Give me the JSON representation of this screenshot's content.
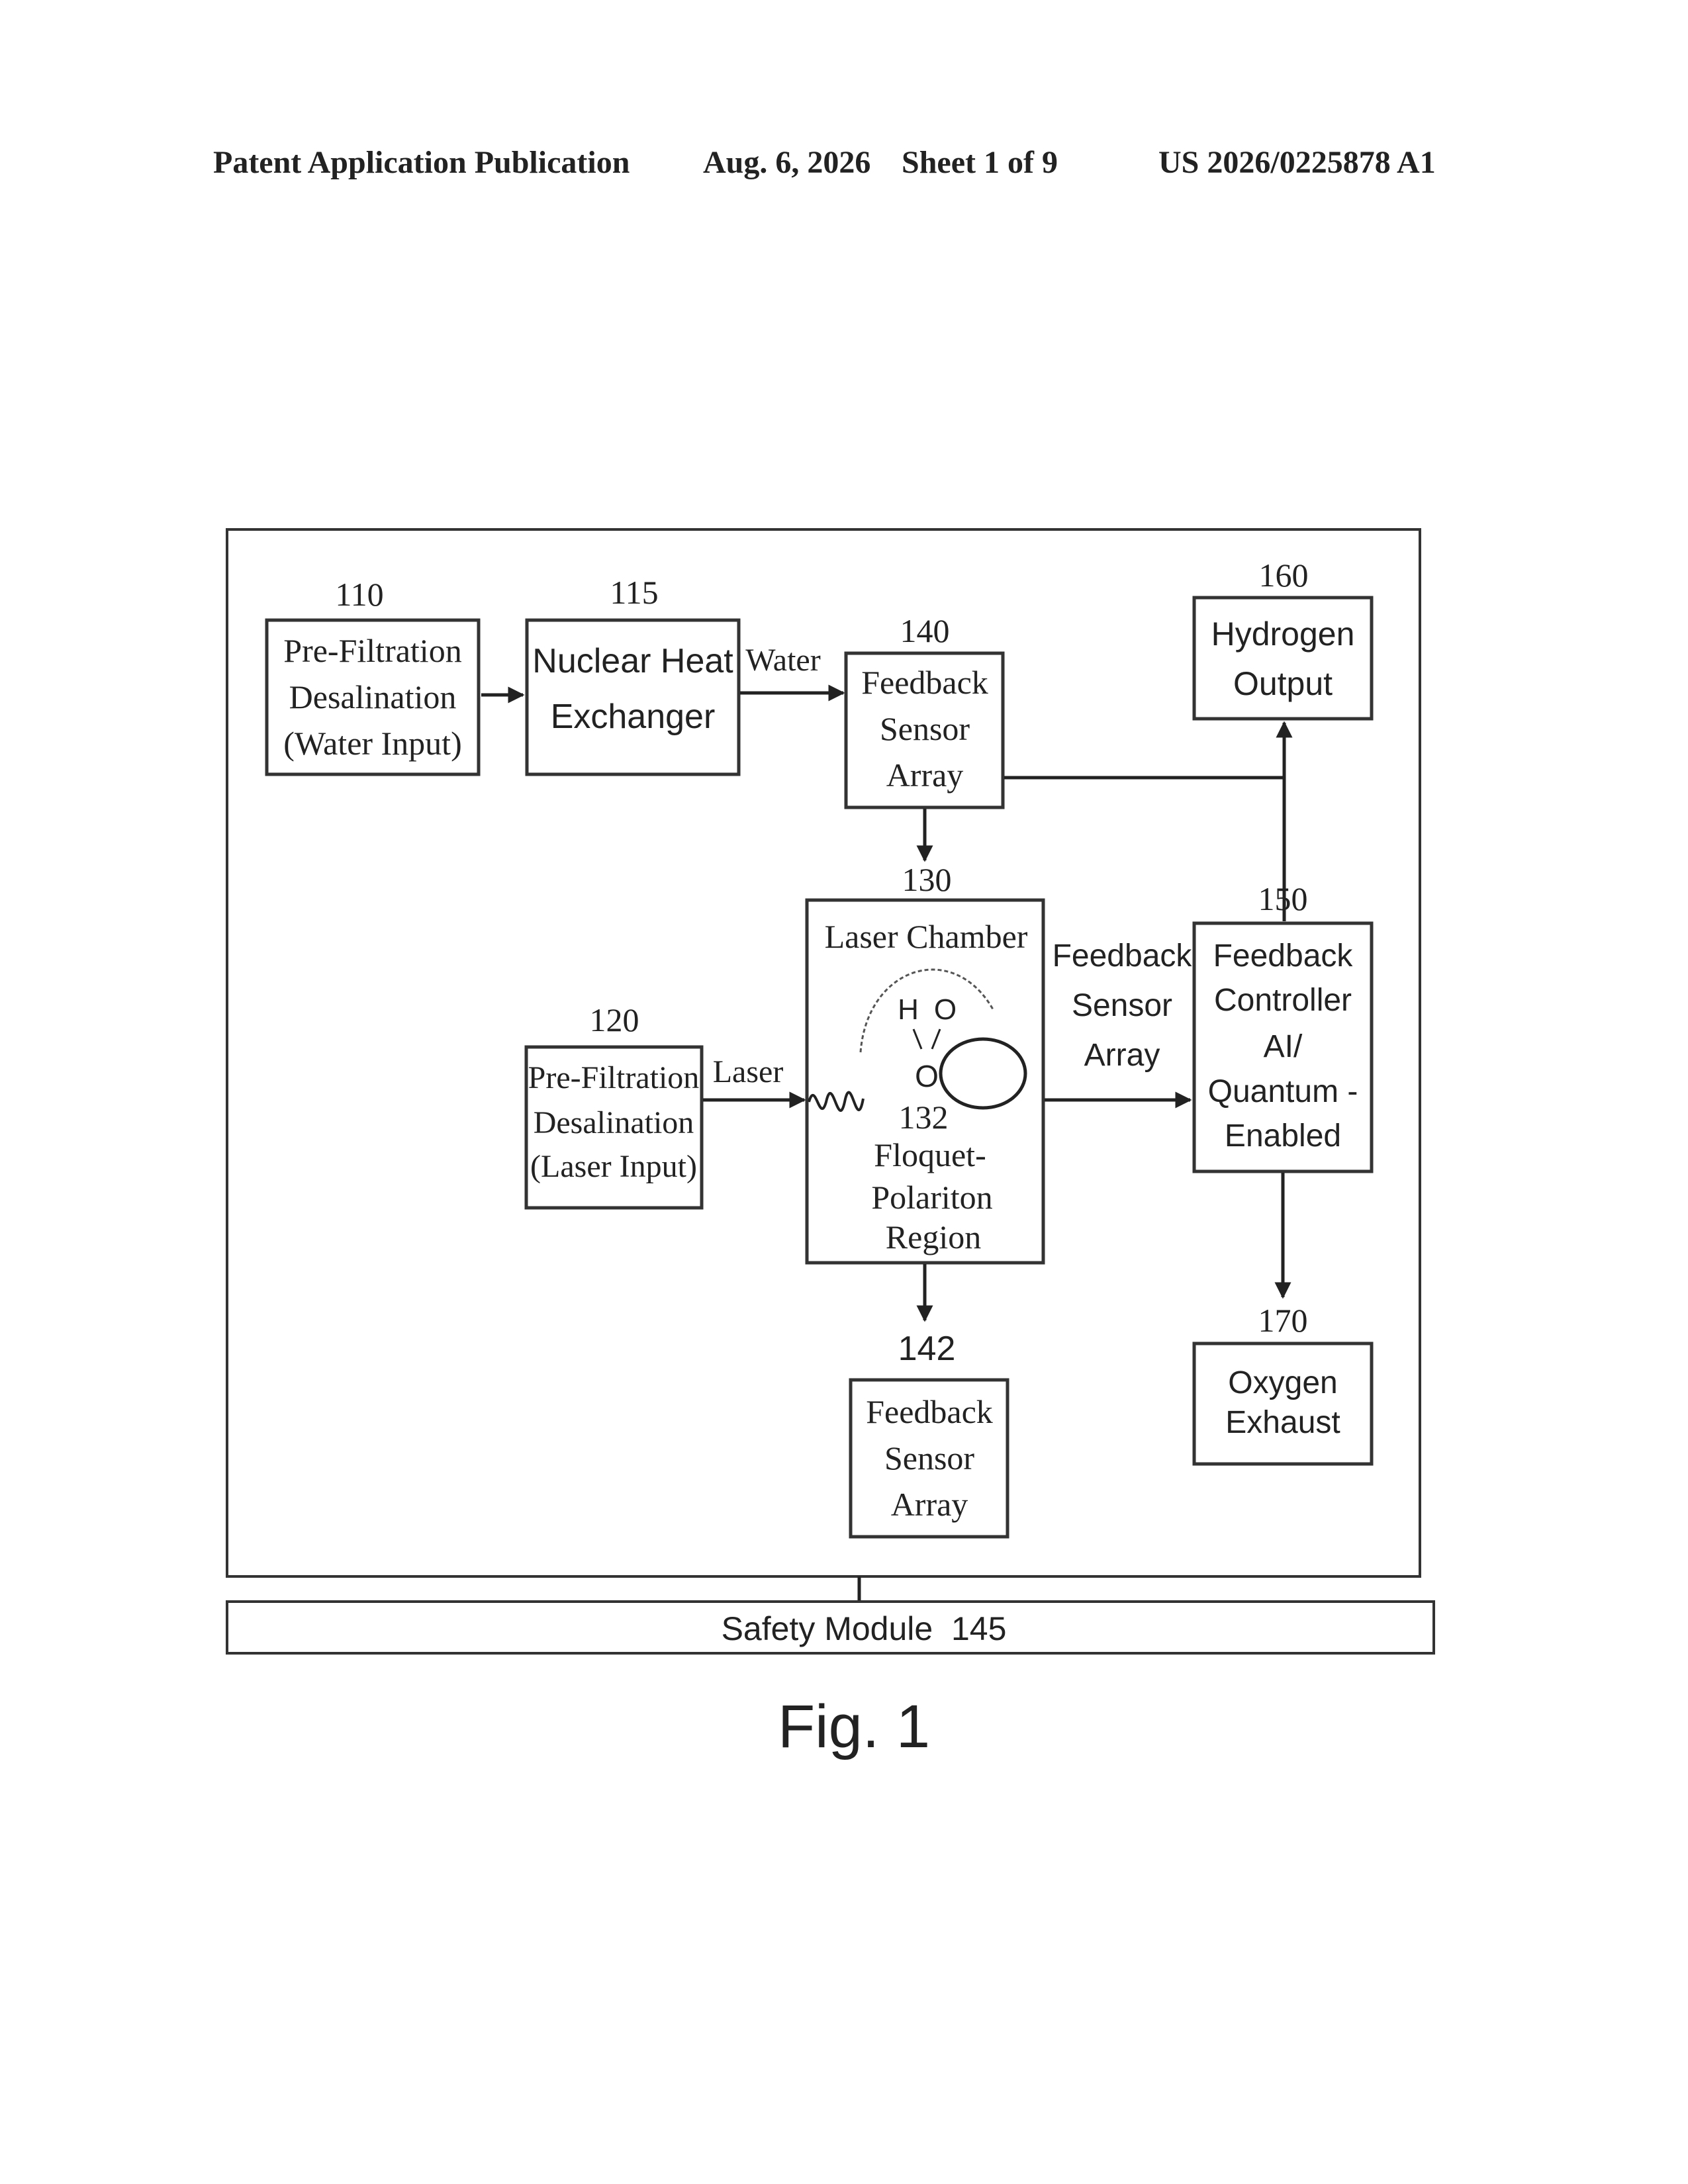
{
  "header": {
    "publication": "Patent Application Publication",
    "date": "Aug. 6, 2026",
    "sheet": "Sheet 1 of 9",
    "number": "US 2026/0225878 A1"
  },
  "blocks": {
    "b110": {
      "ref": "110",
      "lines": [
        "Pre-Filtration",
        "Desalination",
        "(Water Input)"
      ]
    },
    "b115": {
      "ref": "115",
      "lines": [
        "Nuclear Heat",
        "Exchanger"
      ]
    },
    "b140": {
      "ref": "140",
      "lines": [
        "Feedback",
        "Sensor",
        "Array"
      ]
    },
    "b160": {
      "ref": "160",
      "lines": [
        "Hydrogen",
        "Output"
      ]
    },
    "b130": {
      "ref": "130",
      "title": "Laser Chamber",
      "molecule": [
        "H",
        "O",
        "O"
      ],
      "sub_ref": "132",
      "region_lines": [
        "Floquet-",
        "Polariton",
        "Region"
      ]
    },
    "b120": {
      "ref": "120",
      "lines": [
        "Pre-Filtration",
        "Desalination",
        "(Laser Input)"
      ]
    },
    "b150": {
      "ref": "150",
      "lines": [
        "Feedback",
        "Controller",
        "AI/",
        "Quantum -",
        "Enabled"
      ]
    },
    "b142": {
      "ref": "142",
      "lines": [
        "Feedback",
        "Sensor",
        "Array"
      ]
    },
    "b170": {
      "ref": "170",
      "lines": [
        "Oxygen",
        "Exhaust"
      ]
    }
  },
  "arrow_labels": {
    "water": "Water",
    "laser": "Laser",
    "feedback": [
      "Feedback",
      "Sensor",
      "Array"
    ]
  },
  "safety_module": "Safety Module  145",
  "figure_label": "Fig. 1"
}
